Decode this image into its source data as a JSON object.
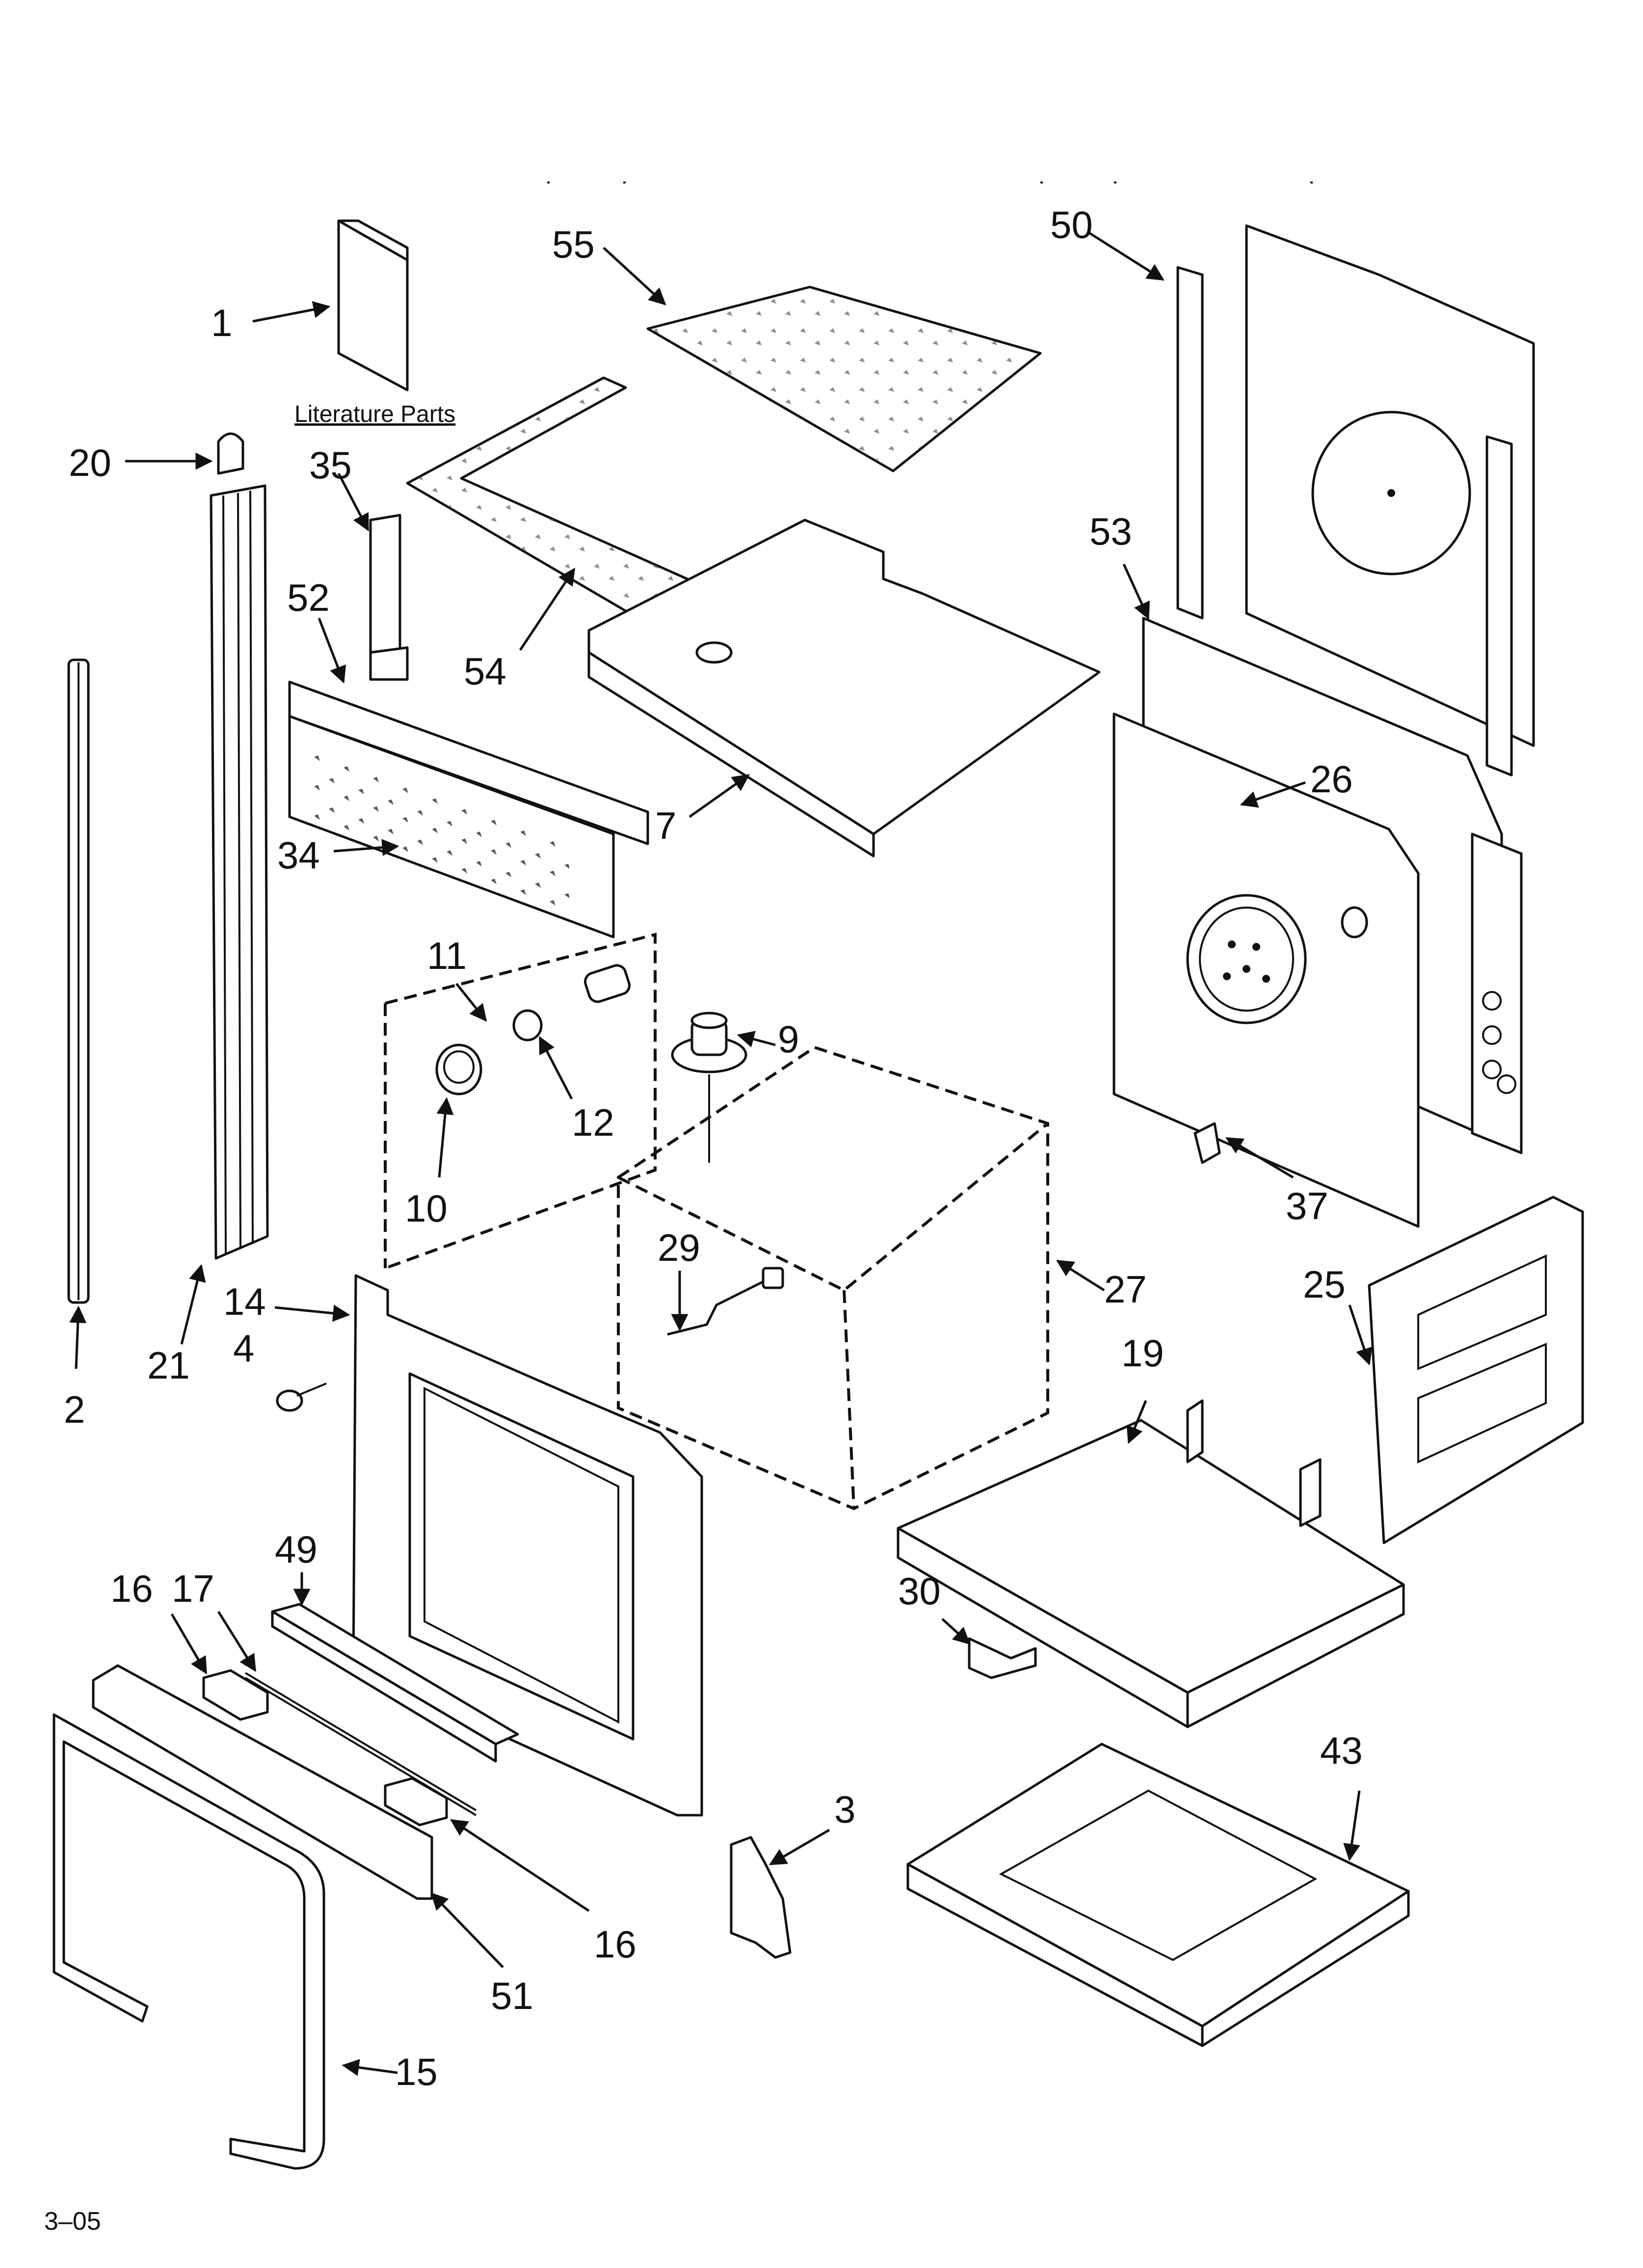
{
  "labels": {
    "p1": "1",
    "p2": "2",
    "p3": "3",
    "p4": "4",
    "p7": "7",
    "p9": "9",
    "p10": "10",
    "p11": "11",
    "p12": "12",
    "p14": "14",
    "p15": "15",
    "p16a": "16",
    "p16b": "16",
    "p17": "17",
    "p19": "19",
    "p20": "20",
    "p21": "21",
    "p25": "25",
    "p26": "26",
    "p27": "27",
    "p29": "29",
    "p30": "30",
    "p34": "34",
    "p35": "35",
    "p37": "37",
    "p43": "43",
    "p49": "49",
    "p50": "50",
    "p51": "51",
    "p52": "52",
    "p53": "53",
    "p54": "54",
    "p55": "55"
  },
  "literature_parts": "Literature Parts",
  "footer_code": "3–05"
}
